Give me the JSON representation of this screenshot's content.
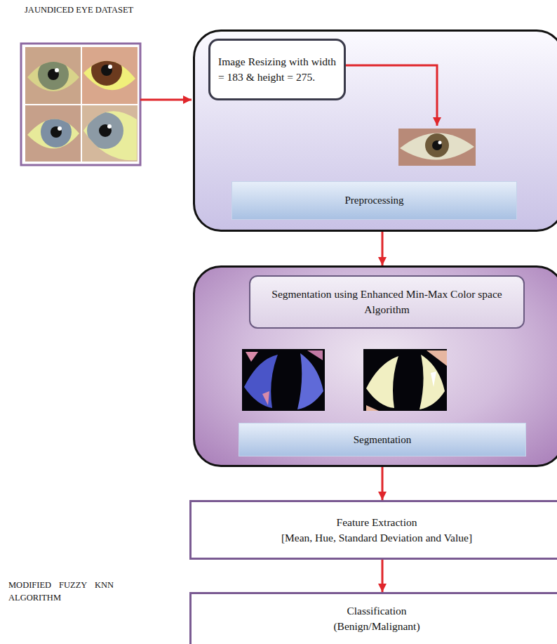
{
  "diagram": {
    "nodes": [
      {
        "text": []
      },
      {
        "text": [
          "Image Resizing with width = 183 & height = 275."
        ],
        "in": 0
      },
      {
        "text": [
          "Preprocessing"
        ],
        "in": 0
      },
      {
        "text": []
      },
      {
        "text": [
          "Segmentation using Enhanced Min-Max Color space Algorithm"
        ],
        "in": 3
      },
      {
        "text": [
          "Segmentation"
        ],
        "in": 3
      },
      {
        "text": [
          "Feature Extraction",
          "[Mean, Hue, Standard Deviation and Value]"
        ]
      },
      {
        "text": [
          "Classification",
          "(Benign/Malignant)"
        ]
      }
    ],
    "edges": [
      {
        "from": 0,
        "to": 3,
        "arrow": "to"
      },
      {
        "from": 3,
        "to": 6,
        "arrow": "to"
      },
      {
        "from": 6,
        "to": 7,
        "arrow": "to"
      }
    ],
    "labels": [
      "JAUNDICED EYE DATASET",
      "MODIFIED FUZZY KNN ALGORITHM"
    ]
  }
}
